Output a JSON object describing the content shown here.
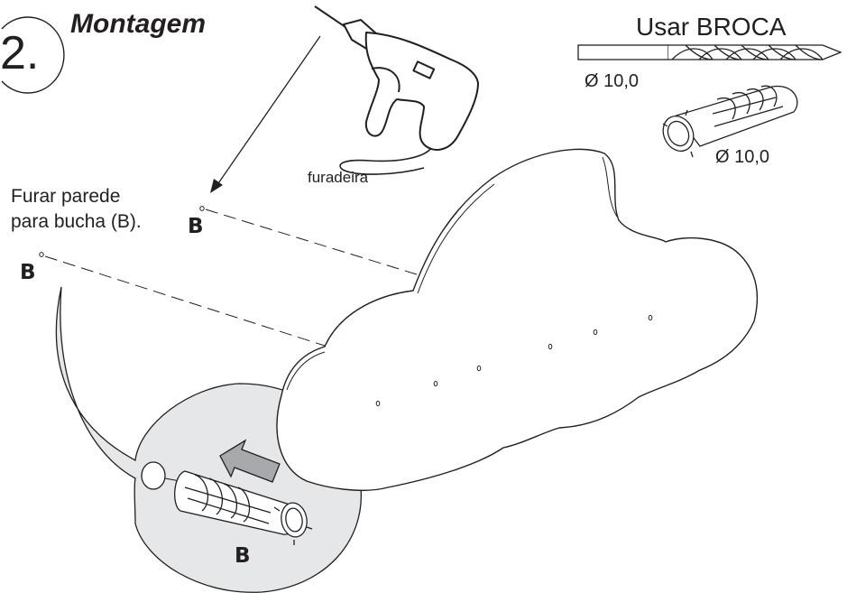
{
  "step": {
    "number": "2.",
    "title": "Montagem"
  },
  "drill_bit": {
    "label": "Usar BROCA",
    "diameter": "Ø 10,0"
  },
  "anchor": {
    "diameter": "Ø 10,0"
  },
  "tool": {
    "label": "furadeira"
  },
  "instruction": {
    "line1": "Furar parede",
    "line2": "para bucha (B)."
  },
  "markers": {
    "hole_b_right": "B",
    "hole_b_left": "B",
    "detail_b": "B"
  },
  "colors": {
    "line": "#231f20",
    "arrow_fill": "#a7a9ac",
    "circle_fill": "#e6e7e8",
    "background": "#ffffff"
  }
}
